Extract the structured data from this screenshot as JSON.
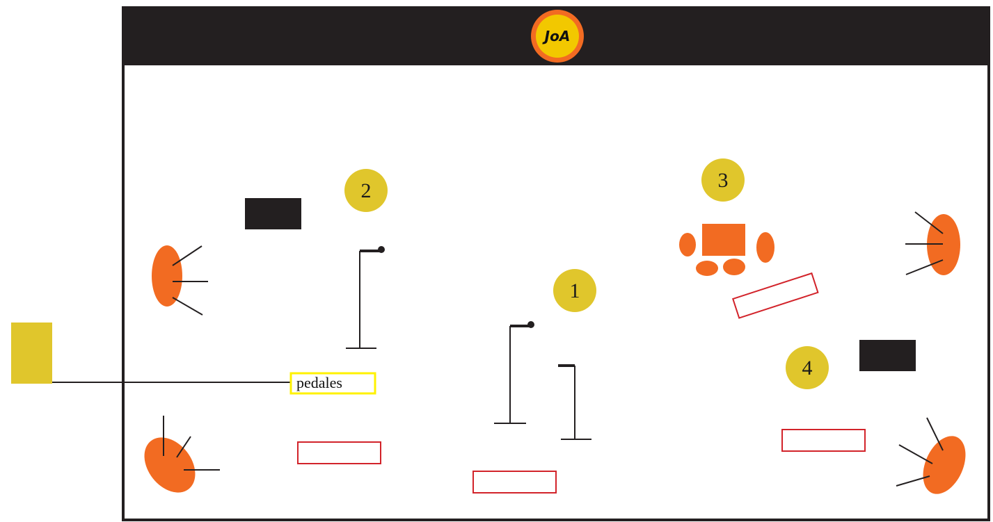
{
  "logo": {
    "text": "JoA"
  },
  "positions": [
    {
      "id": "position-1",
      "number": "1"
    },
    {
      "id": "position-2",
      "number": "2"
    },
    {
      "id": "position-3",
      "number": "3"
    },
    {
      "id": "position-4",
      "number": "4"
    }
  ],
  "pedal_label": "pedales",
  "colors": {
    "header": "#231f20",
    "frame": "#231f20",
    "orange": "#f26b22",
    "yellow_marker": "#e0c62c",
    "monitor_outline": "#d2232a",
    "amp": "#231f20",
    "pedal_box_outline": "#fff200",
    "logo_ring": "#f26b22",
    "logo_fill": "#f2c800"
  }
}
